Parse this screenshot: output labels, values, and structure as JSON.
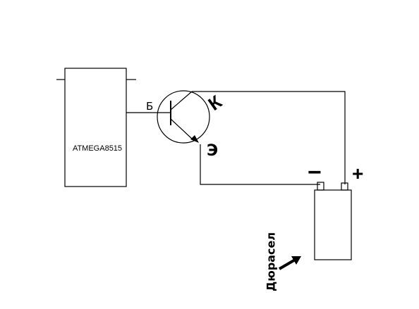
{
  "circuit": {
    "microcontroller_label": "ATMEGA8515",
    "base_label": "Б",
    "collector_label": "К",
    "emitter_label": "Э",
    "battery_minus": "−",
    "battery_plus": "+",
    "battery_label": "Дюрасел"
  }
}
